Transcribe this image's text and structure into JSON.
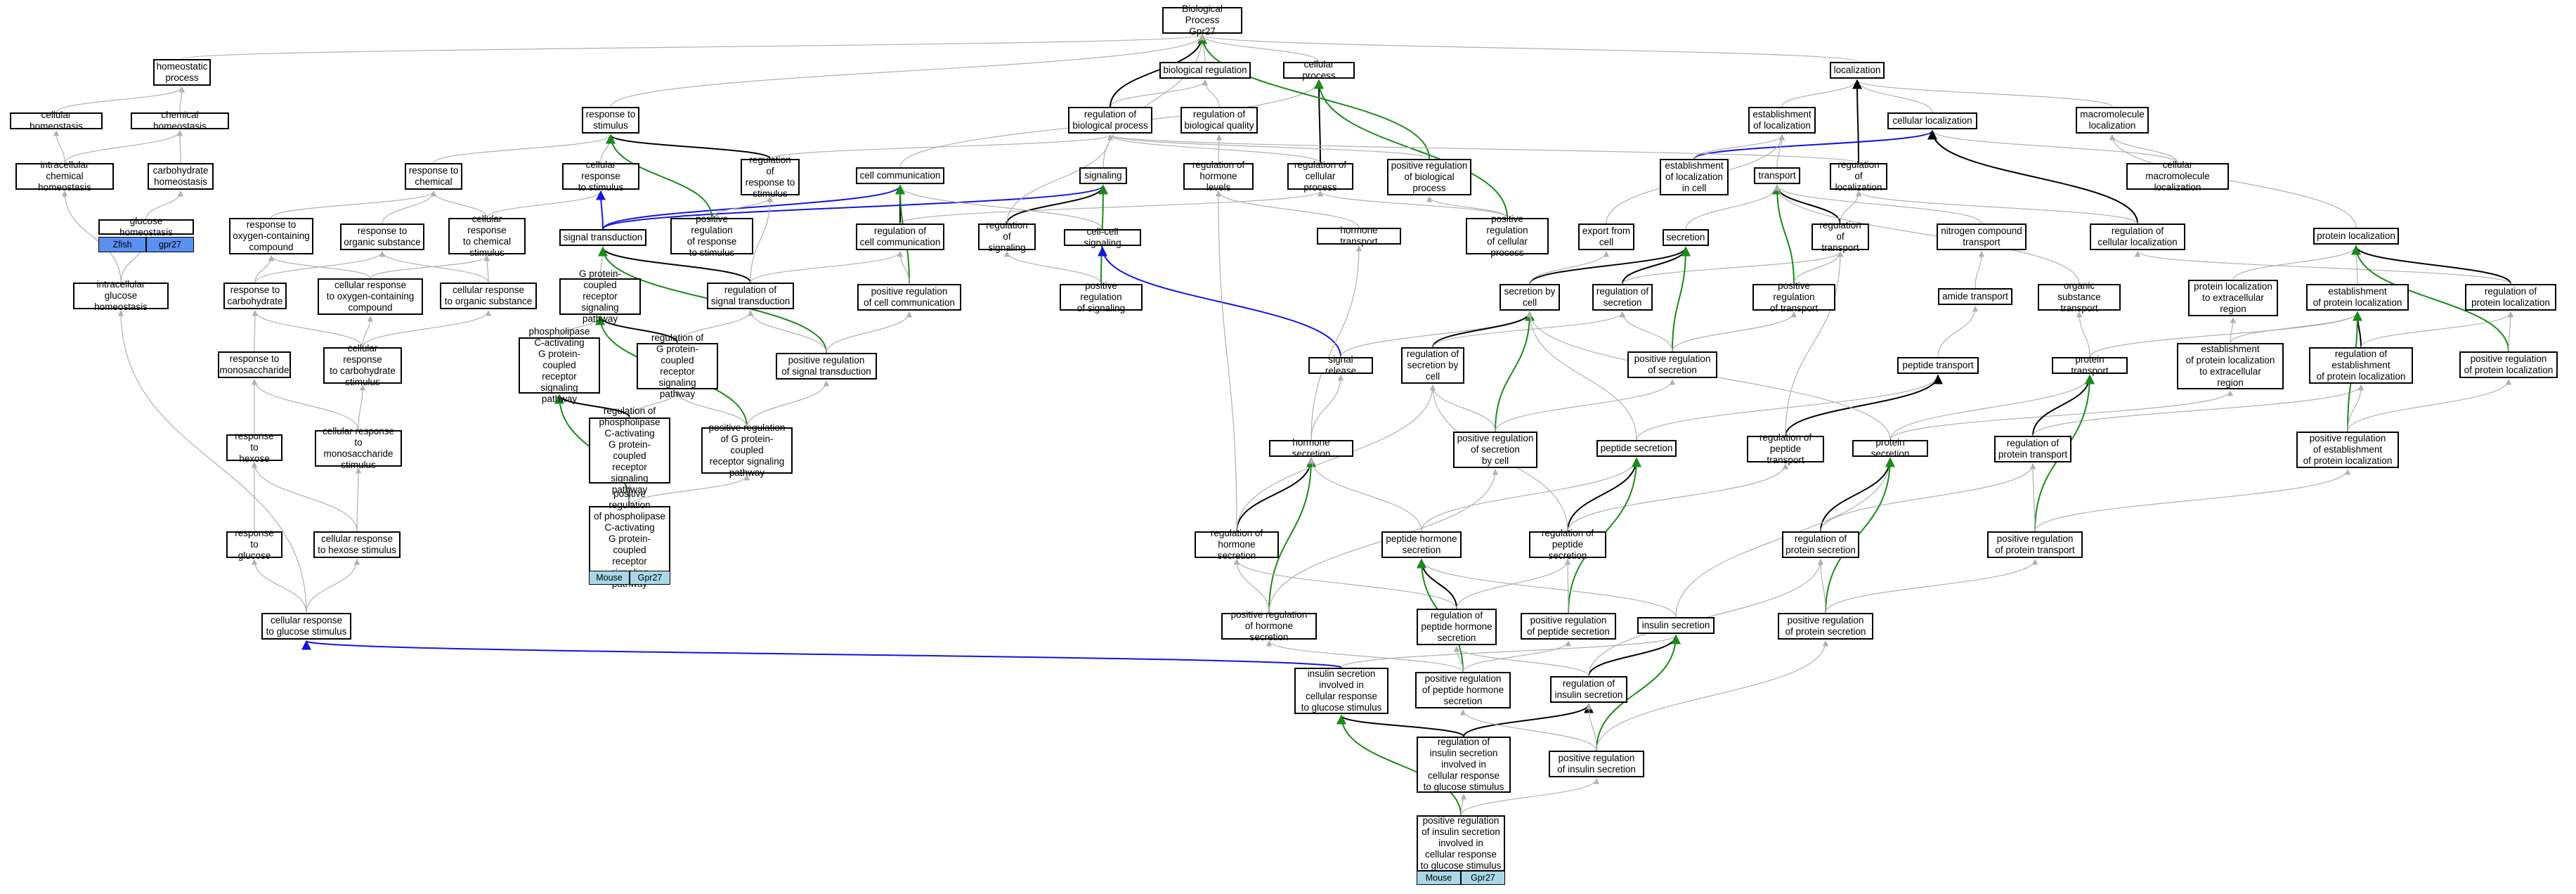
{
  "nodes": {
    "bp_gpr27": "Biological Process\nGpr27",
    "homeostatic_process": "homeostatic\nprocess",
    "cellular_homeostasis": "cellular homeostasis",
    "chemical_homeostasis": "chemical homeostasis",
    "intracellular_chemical_homeostasis": "intracellular\nchemical homeostasis",
    "carbohydrate_homeostasis": "carbohydrate\nhomeostasis",
    "glucose_homeostasis": "glucose homeostasis",
    "intracellular_glucose_homeostasis": "intracellular\nglucose homeostasis",
    "response_to_stimulus": "response to\nstimulus",
    "response_to_chemical": "response to\nchemical",
    "cellular_response_to_stimulus": "cellular response\nto stimulus",
    "regulation_of_response_to_stimulus": "regulation of\nresponse to\nstimulus",
    "response_to_oxygen_containing_compound": "response to\noxygen-containing\ncompound",
    "response_to_organic_substance": "response to\norganic substance",
    "cellular_response_to_chemical_stimulus": "cellular response\nto chemical\nstimulus",
    "response_to_carbohydrate": "response to\ncarbohydrate",
    "cellular_response_to_oxygen_containing_compound": "cellular response\nto oxygen-containing\ncompound",
    "cellular_response_to_organic_substance": "cellular response\nto organic substance",
    "response_to_monosaccharide": "response to\nmonosaccharide",
    "cellular_response_to_carbohydrate_stimulus": "cellular response\nto carbohydrate\nstimulus",
    "response_to_hexose": "response to\nhexose",
    "cellular_response_to_monosaccharide_stimulus": "cellular response\nto monosaccharide\nstimulus",
    "response_to_glucose": "response to\nglucose",
    "cellular_response_to_hexose_stimulus": "cellular response\nto hexose stimulus",
    "cellular_response_to_glucose_stimulus": "cellular response\nto glucose stimulus",
    "signal_transduction": "signal transduction",
    "positive_regulation_of_response_to_stimulus": "positive regulation\nof response\nto stimulus",
    "gpcr_signaling_pathway": "G protein-coupled\nreceptor signaling\npathway",
    "regulation_of_signal_transduction": "regulation of\nsignal transduction",
    "phospholipase_c_gpcr_pathway": "phospholipase\nC-activating\nG protein-coupled\nreceptor signaling\npathway",
    "regulation_of_gpcr_pathway": "regulation of\nG protein-coupled\nreceptor signaling\npathway",
    "positive_regulation_of_signal_transduction": "positive regulation\nof signal transduction",
    "regulation_of_phospholipase_c_gpcr_pathway": "regulation of\nphospholipase\nC-activating\nG protein-coupled\nreceptor signaling\npathway",
    "positive_regulation_of_gpcr_pathway": "positive regulation\nof G protein-coupled\nreceptor signaling\npathway",
    "positive_regulation_of_phospholipase_c_gpcr_pathway": "positive regulation\nof phospholipase\nC-activating\nG protein-coupled\nreceptor signaling\npathway",
    "biological_regulation": "biological regulation",
    "regulation_of_biological_process": "regulation of\nbiological process",
    "regulation_of_biological_quality": "regulation of\nbiological quality",
    "cell_communication": "cell communication",
    "signaling": "signaling",
    "regulation_of_hormone_levels": "regulation of\nhormone levels",
    "regulation_of_cell_communication": "regulation of\ncell communication",
    "regulation_of_signaling": "regulation of\nsignaling",
    "cell_cell_signaling": "cell-cell signaling",
    "positive_regulation_of_cell_communication": "positive regulation\nof cell communication",
    "positive_regulation_of_signaling": "positive regulation\nof signaling",
    "cellular_process": "cellular process",
    "regulation_of_cellular_process": "regulation of\ncellular process",
    "positive_regulation_of_biological_process": "positive regulation\nof biological\nprocess",
    "positive_regulation_of_cellular_process": "positive regulation\nof cellular\nprocess",
    "hormone_transport": "hormone transport",
    "signal_release": "signal release",
    "hormone_secretion": "hormone secretion",
    "regulation_of_hormone_secretion": "regulation of\nhormone secretion",
    "positive_regulation_of_hormone_secretion": "positive regulation\nof hormone secretion",
    "localization": "localization",
    "establishment_of_localization": "establishment\nof localization",
    "cellular_localization": "cellular localization",
    "macromolecule_localization": "macromolecule\nlocalization",
    "establishment_of_localization_in_cell": "establishment\nof localization\nin cell",
    "transport": "transport",
    "regulation_of_localization": "regulation of\nlocalization",
    "cellular_macromolecule_localization": "cellular macromolecule\nlocalization",
    "export_from_cell": "export from\ncell",
    "secretion": "secretion",
    "regulation_of_transport": "regulation of\ntransport",
    "nitrogen_compound_transport": "nitrogen compound\ntransport",
    "regulation_of_cellular_localization": "regulation of\ncellular localization",
    "protein_localization": "protein localization",
    "secretion_by_cell": "secretion by\ncell",
    "regulation_of_secretion": "regulation of\nsecretion",
    "positive_regulation_of_transport": "positive regulation\nof transport",
    "amide_transport": "amide transport",
    "organic_substance_transport": "organic substance\ntransport",
    "protein_localization_to_extracellular_region": "protein localization\nto extracellular\nregion",
    "establishment_of_protein_localization": "establishment\nof protein localization",
    "regulation_of_protein_localization": "regulation of\nprotein localization",
    "regulation_of_secretion_by_cell": "regulation of\nsecretion by\ncell",
    "positive_regulation_of_secretion": "positive regulation\nof secretion",
    "peptide_transport": "peptide transport",
    "protein_transport": "protein transport",
    "establishment_of_protein_localization_to_extracellular_region": "establishment\nof protein localization\nto extracellular\nregion",
    "regulation_of_establishment_of_protein_localization": "regulation of\nestablishment\nof protein localization",
    "positive_regulation_of_protein_localization": "positive regulation\nof protein localization",
    "positive_regulation_of_secretion_by_cell": "positive regulation\nof secretion\nby cell",
    "peptide_secretion": "peptide secretion",
    "regulation_of_peptide_transport": "regulation of\npeptide transport",
    "protein_secretion": "protein secretion",
    "regulation_of_protein_transport": "regulation of\nprotein transport",
    "positive_regulation_of_establishment_of_protein_localization": "positive regulation\nof establishment\nof protein localization",
    "peptide_hormone_secretion": "peptide hormone\nsecretion",
    "regulation_of_peptide_secretion": "regulation of\npeptide secretion",
    "regulation_of_protein_secretion": "regulation of\nprotein secretion",
    "positive_regulation_of_protein_transport": "positive regulation\nof protein transport",
    "regulation_of_peptide_hormone_secretion": "regulation of\npeptide hormone\nsecretion",
    "positive_regulation_of_peptide_secretion": "positive regulation\nof peptide secretion",
    "insulin_secretion": "insulin secretion",
    "positive_regulation_of_protein_secretion": "positive regulation\nof protein secretion",
    "insulin_secretion_glucose": "insulin secretion\ninvolved in\ncellular response\nto glucose stimulus",
    "positive_regulation_of_peptide_hormone_secretion": "positive regulation\nof peptide hormone\nsecretion",
    "regulation_of_insulin_secretion": "regulation of\ninsulin secretion",
    "regulation_of_insulin_secretion_glucose": "regulation of\ninsulin secretion\ninvolved in\ncellular response\nto glucose stimulus",
    "positive_regulation_of_insulin_secretion": "positive regulation\nof insulin secretion",
    "positive_regulation_of_insulin_secretion_glucose": "positive regulation\nof insulin secretion\ninvolved in\ncellular response\nto glucose stimulus"
  },
  "tags": {
    "zfish": "Zfish",
    "gpr27_lower": "gpr27",
    "mouse_1": "Mouse",
    "gpr27_1": "Gpr27",
    "mouse_2": "Mouse",
    "gpr27_2": "Gpr27"
  },
  "colors": {
    "is_a_edge": "#b0b0b0",
    "part_of_edge": "#000000",
    "positively_regulates_edge": "#1a8a1a",
    "regulates_edge": "#1414e0",
    "zfish_tag": "#5b8ff0",
    "mouse_tag": "#a9d7e8"
  }
}
